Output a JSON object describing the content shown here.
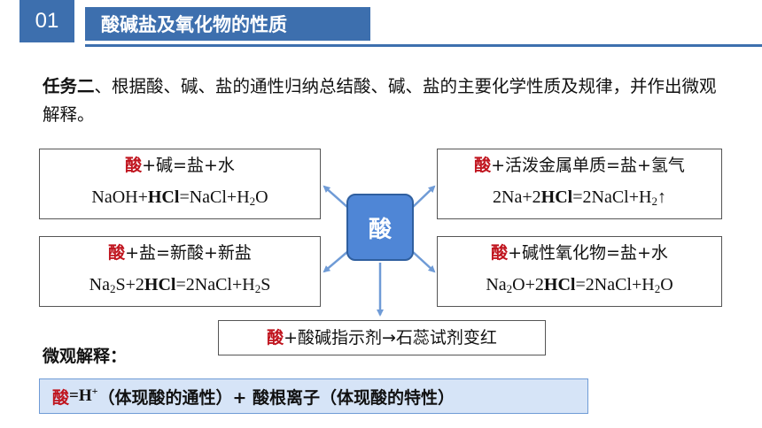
{
  "header": {
    "badge": "01",
    "title": "酸碱盐及氧化物的性质"
  },
  "task": {
    "label": "任务二",
    "text": "、根据酸、碱、盐的通性归纳总结酸、碱、盐的主要化学性质及规律，并作出微观解释。"
  },
  "center_label": "酸",
  "boxes": {
    "top_left": {
      "acid": "酸",
      "rule_rest": "+碱=盐+水",
      "eq": {
        "a": "NaOH+",
        "b": "HCl",
        "c": "=NaCl+H",
        "d": "2",
        "e": "O"
      }
    },
    "top_right": {
      "acid": "酸",
      "rule_rest": "+活泼金属单质=盐+氢气",
      "eq": {
        "a": "2Na+2",
        "b": "HCl",
        "c": "=2NaCl+H",
        "d": "2",
        "e": "↑"
      }
    },
    "mid_left": {
      "acid": "酸",
      "rule_rest": "+盐=新酸+新盐",
      "eq": {
        "a": "Na",
        "a2": "2",
        "a3": "S+2",
        "b": "HCl",
        "c": "=2NaCl+H",
        "d": "2",
        "e": "S"
      }
    },
    "mid_right": {
      "acid": "酸",
      "rule_rest": "+碱性氧化物=盐+水",
      "eq": {
        "a": "Na",
        "a2": "2",
        "a3": "O+2",
        "b": "HCl",
        "c": "=2NaCl+H",
        "d": "2",
        "e": "O"
      }
    },
    "bottom": {
      "acid": "酸",
      "rule_rest": "+酸碱指示剂→石蕊试剂变红"
    }
  },
  "micro": {
    "title": "微观解释：",
    "acid": "酸",
    "ion_eq": "=H",
    "ion_sup": "+",
    "text": "（体现酸的通性）+ 酸根离子（体现酸的特性）"
  },
  "colors": {
    "primary_blue": "#3d6fae",
    "center_blue": "#4f86d6",
    "accent_red": "#c0141e",
    "micro_bg": "#d6e4f7"
  }
}
